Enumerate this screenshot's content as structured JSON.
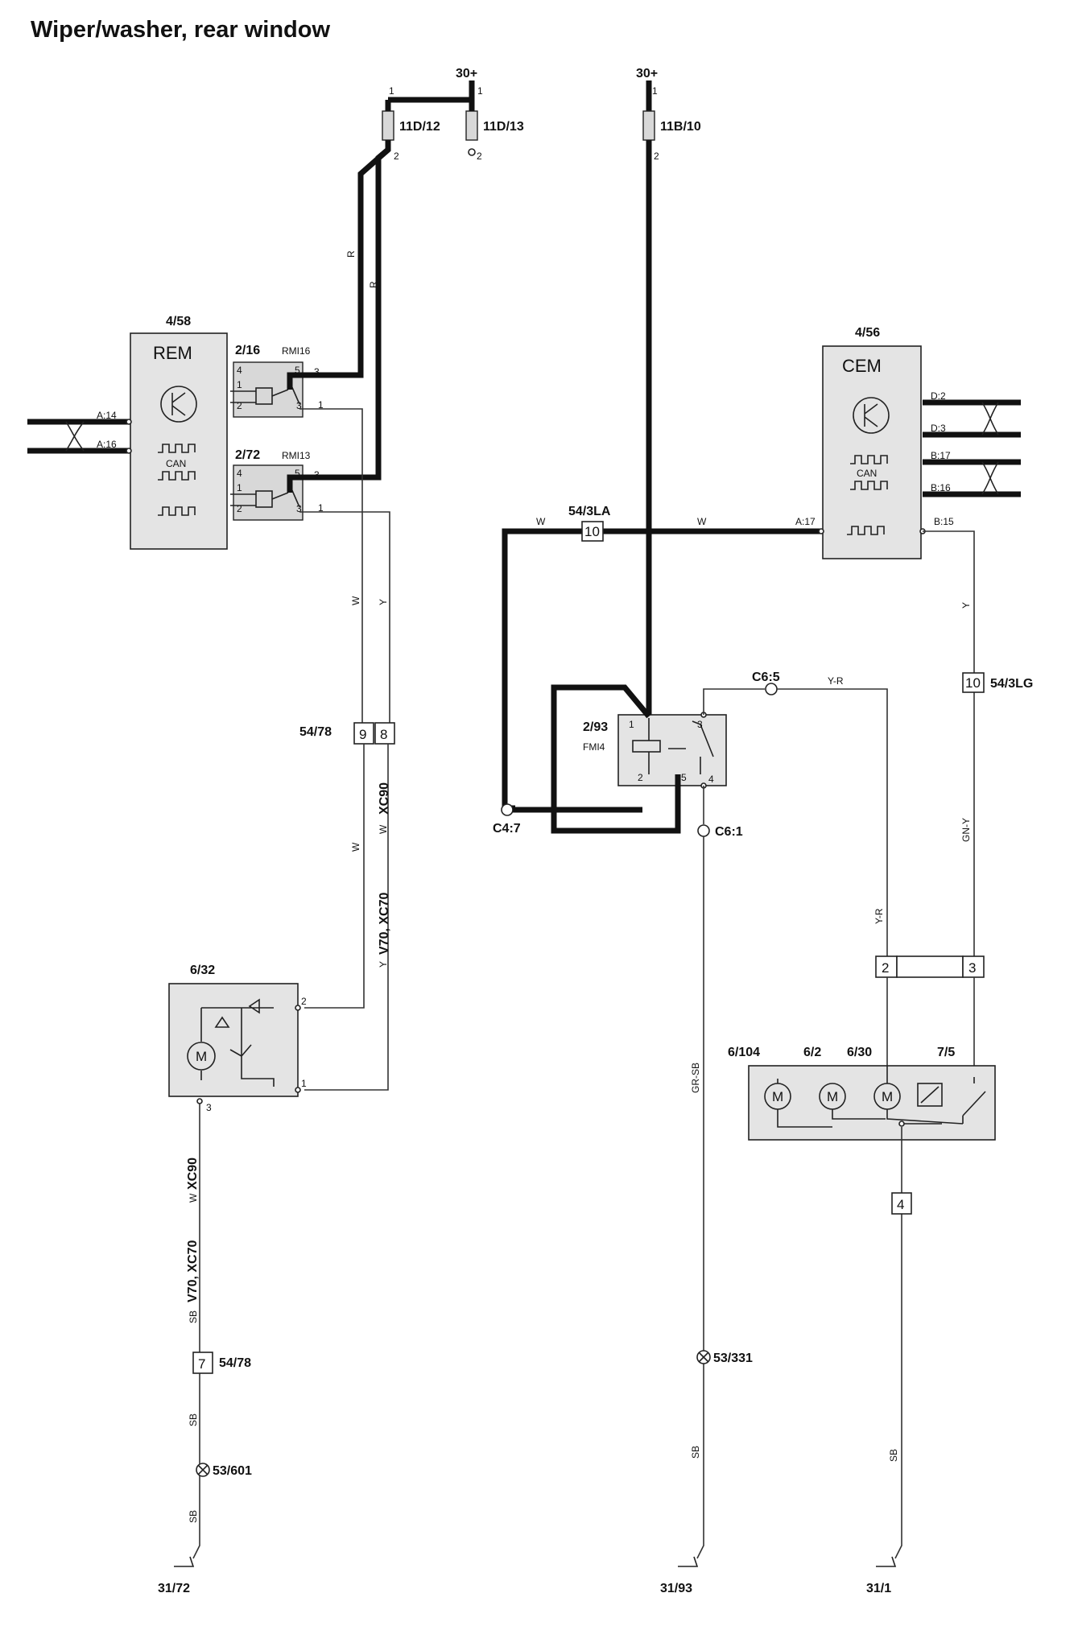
{
  "title": "Wiper/washer, rear window",
  "power": {
    "left": "30+",
    "mid": "30+"
  },
  "fuses": {
    "f1": "11D/12",
    "f2": "11D/13",
    "f3": "11B/10"
  },
  "pins": {
    "p1": "1",
    "p2": "2",
    "p3": "3",
    "p4": "4",
    "p5": "5"
  },
  "wire_colors": {
    "r": "R",
    "w": "W",
    "y": "Y",
    "yr": "Y-R",
    "gny": "GN-Y",
    "grsb": "GR-SB",
    "sb": "SB"
  },
  "rem": {
    "id": "4/58",
    "name": "REM",
    "can": "CAN",
    "pin_a14": "A:14",
    "pin_a16": "A:16",
    "relay1_id": "2/16",
    "relay1_name": "RMI16",
    "relay2_id": "2/72",
    "relay2_name": "RMI13"
  },
  "cem": {
    "id": "4/56",
    "name": "CEM",
    "can": "CAN",
    "pin_d2": "D:2",
    "pin_d3": "D:3",
    "pin_b17": "B:17",
    "pin_b16": "B:16",
    "pin_b15": "B:15",
    "pin_a17": "A:17"
  },
  "connectors": {
    "c5478_a": "9",
    "c5478_b": "8",
    "c5478_id": "54/78",
    "c543la_pin": "10",
    "c543la_id": "54/3LA",
    "c543lg_pin": "10",
    "c543lg_id": "54/3LG",
    "c7": "7",
    "c7_id": "54/78",
    "box2": "2",
    "box3": "3",
    "box4": "4"
  },
  "variants": {
    "xc90": "XC90",
    "v70": "V70, XC70"
  },
  "relay_fmi": {
    "id": "2/93",
    "name": "FMI4"
  },
  "nodes": {
    "c47": "C4:7",
    "c65": "C6:5",
    "c61": "C6:1"
  },
  "motor_rear": {
    "id": "6/32",
    "letter": "M"
  },
  "lamp_group": {
    "m1": "6/104",
    "m2": "6/2",
    "m3": "6/30",
    "sw": "7/5",
    "letter": "M"
  },
  "splices": {
    "s1": "53/601",
    "s2": "53/331"
  },
  "grounds": {
    "g1": "31/72",
    "g2": "31/93",
    "g3": "31/1"
  }
}
